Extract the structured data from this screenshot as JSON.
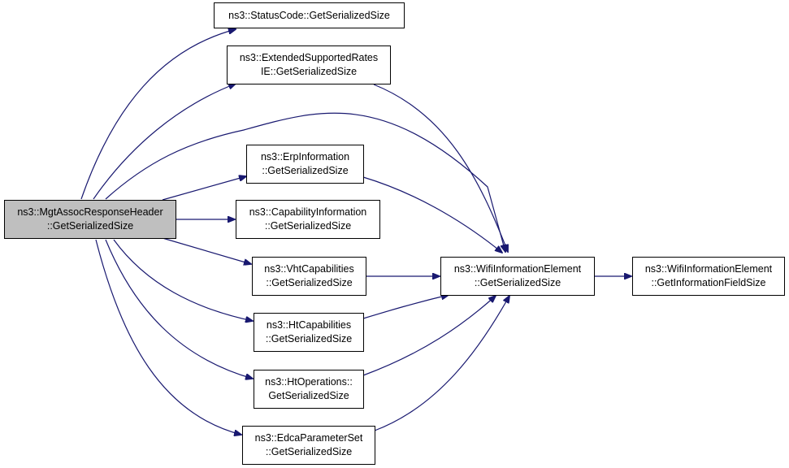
{
  "diagram": {
    "nodes": {
      "root": {
        "lines": [
          "ns3::MgtAssocResponseHeader",
          "::GetSerializedSize"
        ]
      },
      "status_code": {
        "lines": [
          "ns3::StatusCode::GetSerializedSize"
        ]
      },
      "ext_rates": {
        "lines": [
          "ns3::ExtendedSupportedRates",
          "IE::GetSerializedSize"
        ]
      },
      "erp": {
        "lines": [
          "ns3::ErpInformation",
          "::GetSerializedSize"
        ]
      },
      "capability": {
        "lines": [
          "ns3::CapabilityInformation",
          "::GetSerializedSize"
        ]
      },
      "vht": {
        "lines": [
          "ns3::VhtCapabilities",
          "::GetSerializedSize"
        ]
      },
      "ht_cap": {
        "lines": [
          "ns3::HtCapabilities",
          "::GetSerializedSize"
        ]
      },
      "ht_ops": {
        "lines": [
          "ns3::HtOperations::",
          "GetSerializedSize"
        ]
      },
      "edca": {
        "lines": [
          "ns3::EdcaParameterSet",
          "::GetSerializedSize"
        ]
      },
      "wifi_ie": {
        "lines": [
          "ns3::WifiInformationElement",
          "::GetSerializedSize"
        ]
      },
      "wifi_ie_field": {
        "lines": [
          "ns3::WifiInformationElement",
          "::GetInformationFieldSize"
        ]
      }
    },
    "colors": {
      "edge": "#191970",
      "root_fill": "#bfbfbf",
      "node_fill": "#ffffff",
      "border": "#000000"
    }
  }
}
